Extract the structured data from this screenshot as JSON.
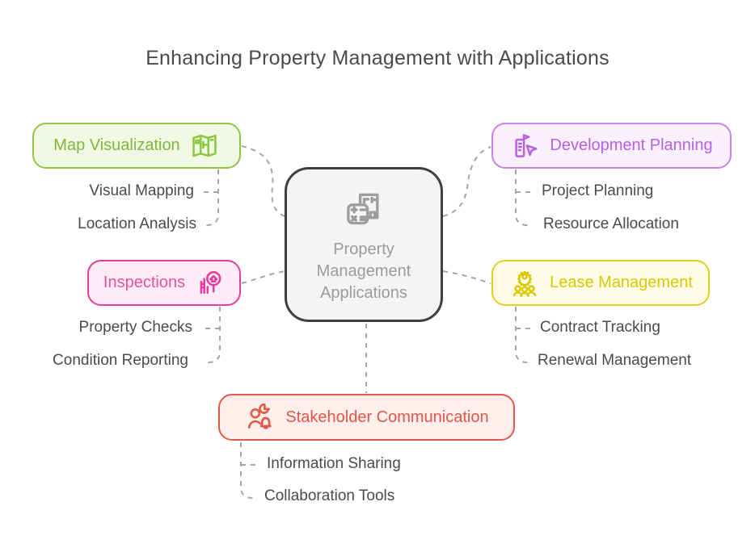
{
  "title": "Enhancing Property Management with Applications",
  "center": {
    "label": "Property Management Applications",
    "icon": "calculator-document-icon",
    "border_color": "#3f3f3f",
    "background": "#f4f4f4",
    "text_color": "#9b9b9b"
  },
  "branches": [
    {
      "label": "Map Visualization",
      "icon": "map-icon",
      "border_color": "#8dc63f",
      "background": "#f1f8e3",
      "text_color": "#7db83c",
      "children": [
        "Visual Mapping",
        "Location Analysis"
      ]
    },
    {
      "label": "Development Planning",
      "icon": "building-cursor-icon",
      "border_color": "#c983e8",
      "background": "#faf0fe",
      "text_color": "#b95fe3",
      "children": [
        "Project Planning",
        "Resource Allocation"
      ]
    },
    {
      "label": "Inspections",
      "icon": "home-inspection-icon",
      "border_color": "#e53d9d",
      "background": "#fdecf6",
      "text_color": "#e8519f",
      "children": [
        "Property Checks",
        "Condition Reporting"
      ]
    },
    {
      "label": "Lease Management",
      "icon": "team-settings-icon",
      "border_color": "#e1d11d",
      "background": "#fdfce6",
      "text_color": "#dcc800",
      "children": [
        "Contract Tracking",
        "Renewal Management"
      ]
    },
    {
      "label": "Stakeholder Communication",
      "icon": "stakeholder-bell-icon",
      "border_color": "#e25a4b",
      "background": "#fdefec",
      "text_color": "#e25549",
      "children": [
        "Information Sharing",
        "Collaboration Tools"
      ]
    }
  ],
  "styles": {
    "connector_color": "#a6a6a6",
    "sublabel_color": "#4b4b4b",
    "title_color": "#4a4a4a",
    "page_background": "#ffffff"
  }
}
